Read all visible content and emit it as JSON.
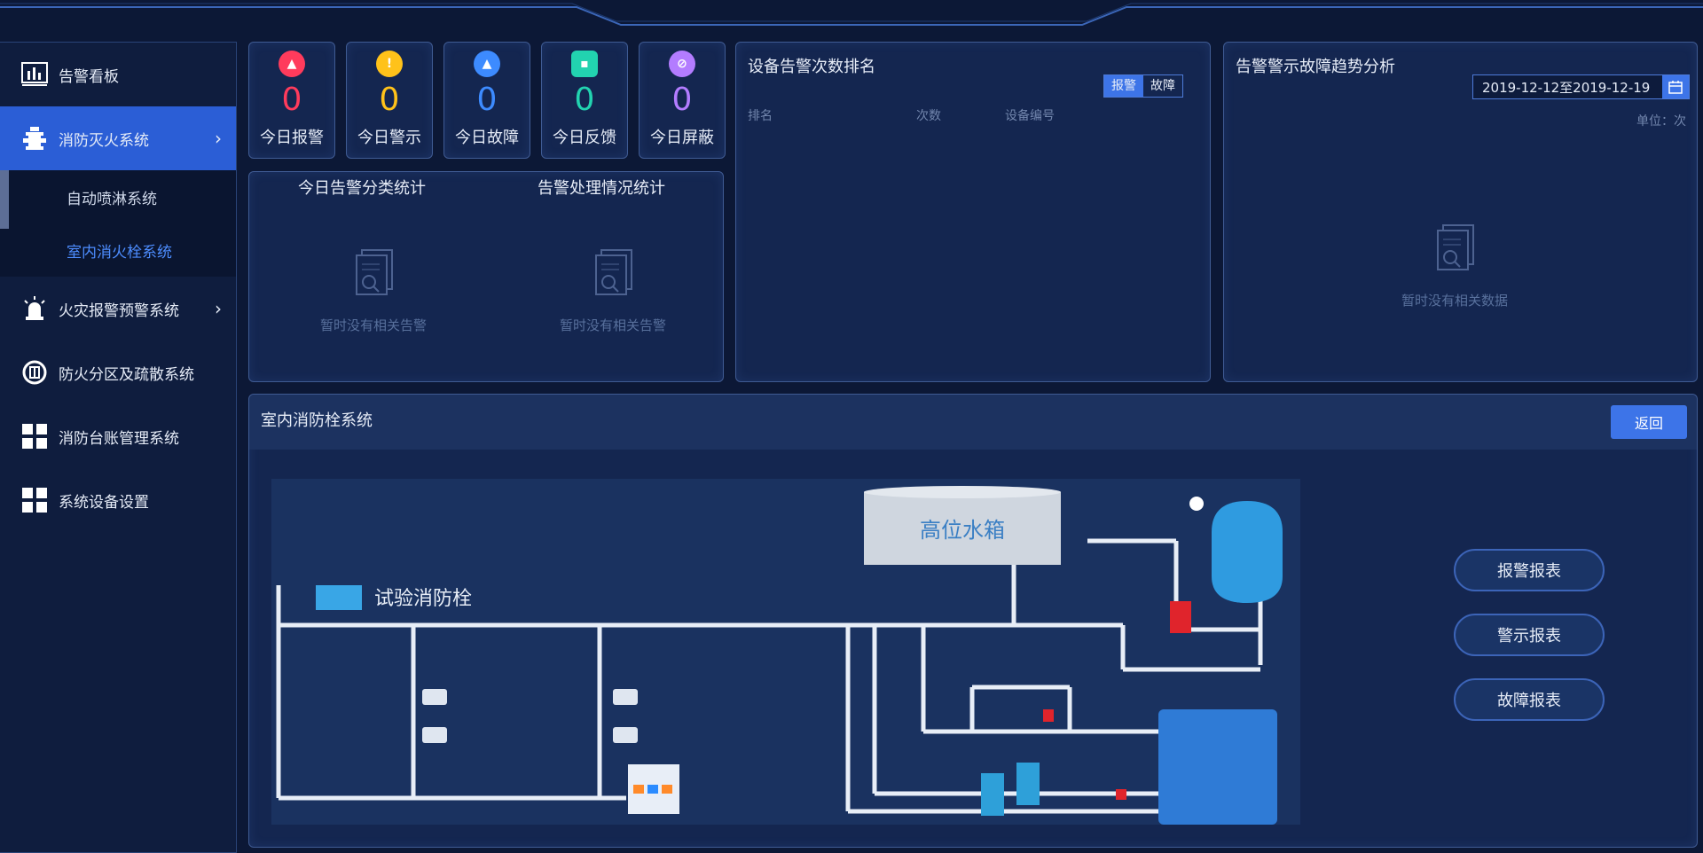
{
  "sidebar": {
    "items": [
      {
        "label": "告警看板"
      },
      {
        "label": "消防灭火系统"
      },
      {
        "label": "火灾报警预警系统"
      },
      {
        "label": "防火分区及疏散系统"
      },
      {
        "label": "消防台账管理系统"
      },
      {
        "label": "系统设备设置"
      }
    ],
    "sub_items": [
      {
        "label": "自动喷淋系统"
      },
      {
        "label": "室内消火栓系统"
      }
    ]
  },
  "stats": [
    {
      "value": "0",
      "label": "今日报警",
      "color": "#ff3b5c"
    },
    {
      "value": "0",
      "label": "今日警示",
      "color": "#ffc21a"
    },
    {
      "value": "0",
      "label": "今日故障",
      "color": "#3d8bff"
    },
    {
      "value": "0",
      "label": "今日反馈",
      "color": "#22d3b0"
    },
    {
      "value": "0",
      "label": "今日屏蔽",
      "color": "#b37cff"
    }
  ],
  "classify_panel": {
    "left_title": "今日告警分类统计",
    "right_title": "告警处理情况统计",
    "left_empty": "暂时没有相关告警",
    "right_empty": "暂时没有相关告警"
  },
  "ranking_panel": {
    "title": "设备告警次数排名",
    "toggle": [
      "报警",
      "故障"
    ],
    "columns": [
      "排名",
      "次数",
      "设备编号"
    ]
  },
  "trend_panel": {
    "title": "告警警示故障趋势分析",
    "date_range": "2019-12-12至2019-12-19",
    "unit": "单位：次",
    "empty": "暂时没有相关数据"
  },
  "system_panel": {
    "title": "室内消防栓系统",
    "action_button": "返回",
    "diagram": {
      "tank_label": "高位水箱",
      "hydrant_label": "试验消防栓"
    },
    "report_buttons": [
      "报警报表",
      "警示报表",
      "故障报表"
    ]
  },
  "colors": {
    "accent": "#3d74e8",
    "panel_bg": "#142650",
    "page_bg": "#0c1836"
  }
}
